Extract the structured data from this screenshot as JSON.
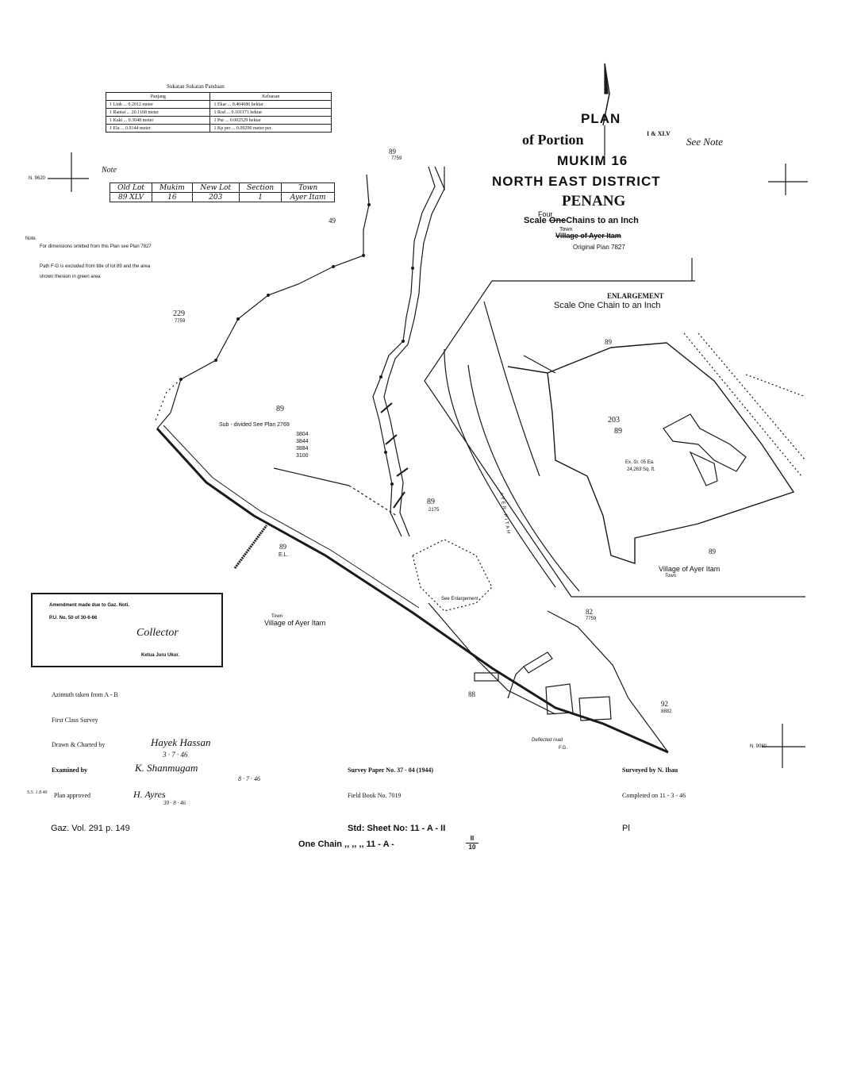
{
  "title": {
    "plan": "PLAN",
    "portion": "of Portion",
    "lot_superscript": "I & XLV",
    "see_note": "See Note",
    "mukim": "MUKIM 16",
    "district": "NORTH EAST DISTRICT",
    "state": "PENANG",
    "scale_prefix": "Scale",
    "scale_struck": "One",
    "scale_inserted": "Four",
    "scale_suffix": "Chains to an Inch",
    "town_inserted": "Town",
    "village_struck": "Village of Ayer Itam",
    "original_plan": "Original Pian 7827"
  },
  "conversion_table": {
    "title": "Sukatan  Sukatan  Panduan",
    "col_left": "Panjang",
    "col_right": "Keluasan",
    "rows": [
      {
        "left": "1 Link  ...  0.2012 meter",
        "right": "1 Ekar  ...  0.404686 hektar"
      },
      {
        "left": "1 Rantai ... 20.1168 meter",
        "right": "1 Rod  ...  0.101171 hektar"
      },
      {
        "left": "1 Kaki  ...  0.3048 meter",
        "right": "1 Pur  ...  0.002529 hektar"
      },
      {
        "left": "1 Ela   ...  0.9144 meter",
        "right": "1 Kp per ... 0.09290 meter per."
      }
    ]
  },
  "note_label": "Note",
  "lot_table": {
    "headers": [
      "Old Lot",
      "Mukim",
      "New Lot",
      "Section",
      "Town"
    ],
    "row": [
      "89 XLV",
      "16",
      "203",
      "1",
      "Ayer Itam"
    ]
  },
  "notes": {
    "heading": "Note.",
    "line1": "For dimensions omitted from this Plan see Plan 7827",
    "line2": "Path F-G is excluded from title of lot 89 and the area",
    "line3": "shown thereon in green area"
  },
  "amendment": {
    "line1": "Amendment made due to Gaz. Noti.",
    "line2": "P.U. No. 50 of 30-6-66",
    "signature": "Collector",
    "officer": "Ketua Juru Ukur."
  },
  "enlargement": {
    "title": "ENLARGEMENT",
    "scale": "Scale One Chain to an Inch",
    "lot_203": "203",
    "lot_89": "89",
    "area": "Ex. Sr. 05 Ea.",
    "area2": "24,263 Sq. ft.",
    "lot_89_top": "89",
    "lot_89_bottom": "89",
    "road": "AYER PITAH",
    "village": "Village of Ayer Itam",
    "town": "Town"
  },
  "map_labels": {
    "lot_89_top": "89",
    "lot_89_top_plan": "7759",
    "lot_49": "49",
    "lot_229": "229",
    "lot_229_plan": "7759",
    "lot_89_mid": "89",
    "subdivided": "Sub - divided See Plan 2769",
    "plan_list": [
      "3804",
      "3844",
      "3884",
      "3100"
    ],
    "lot_89_center": "89",
    "lot_89_center_plan": "2175",
    "lot_el": "89",
    "lot_el_name": "E.L.",
    "lot_82": "82",
    "lot_82_plan": "7759",
    "lot_92": "92",
    "lot_92_plan": "8882",
    "lot_88": "88",
    "village_main": "Village of Ayer Itam",
    "town_main": "Town",
    "see_enlargement": "See Enlargement",
    "deflected": "Deflected road",
    "path_label": "F.G.",
    "north_left": "N. 9620",
    "north_right": "N. 9080"
  },
  "footer": {
    "azimuth": "Azimuth taken from A - B",
    "first_class": "First Class Survey",
    "drawn": "Drawn & Charted by",
    "drawn_sig": "Hayek Hassan",
    "drawn_date": "3 · 7 · 46",
    "examined": "Examined by",
    "examined_sig": "K. Shanmugam",
    "examined_date": "8 · 7 · 46",
    "plan_approved_prefix": "S.S. 1.8.46",
    "plan_approved": "Plan approved",
    "approved_sig": "H. Ayres",
    "approved_date": "30 · 8 · 46",
    "gaz": "Gaz. Vol. 291 p. 149",
    "survey_paper": "Survey Paper No. 37 - 04 (1944)",
    "field_book": "Field Book No. 7019",
    "std_sheet": "Std: Sheet No:  11 - A - II",
    "one_chain": "One Chain  ,,     ,,    ,,   11 - A -",
    "frac_num": "II",
    "frac_den": "10",
    "surveyed": "Surveyed by N. Ibau",
    "completed": "Completed on 11 - 3 - 46",
    "plan_no": "Pl"
  }
}
